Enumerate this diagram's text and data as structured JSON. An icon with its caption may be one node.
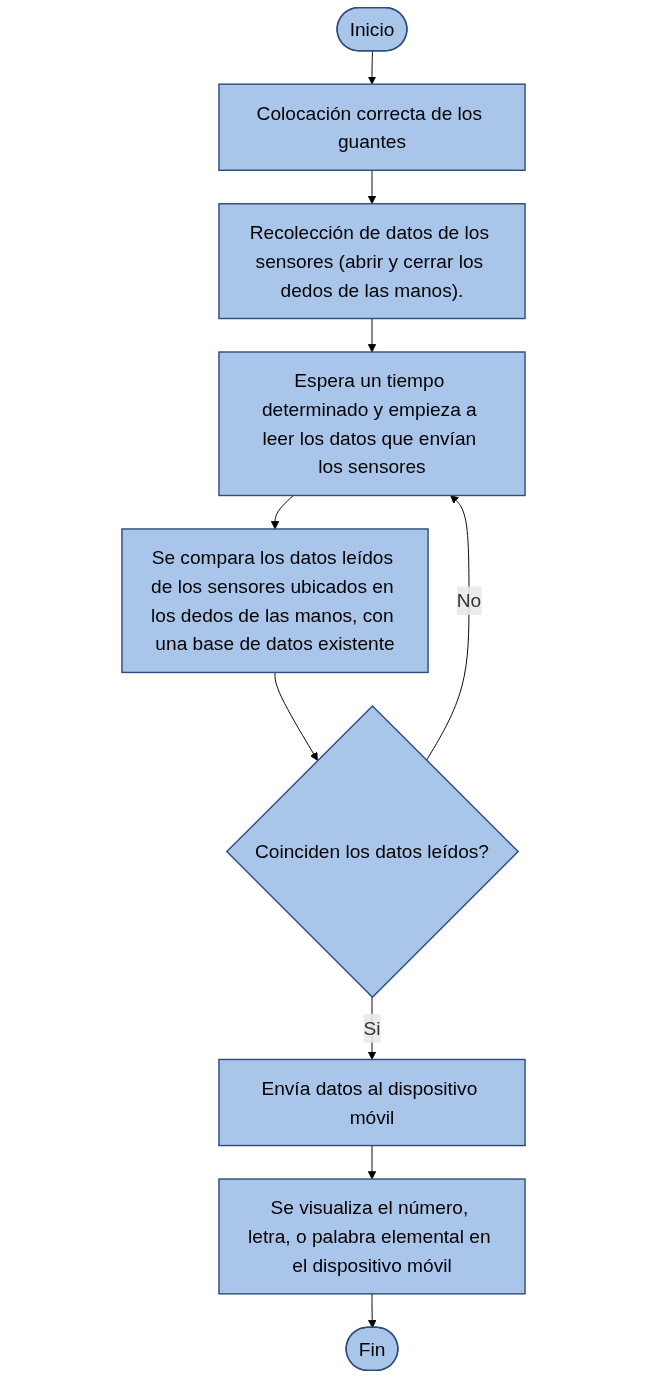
{
  "diagram": {
    "nodes": [
      {
        "text": [
          "Inicio"
        ]
      },
      {
        "text": [
          "Colocación correcta de los guantes"
        ]
      },
      {
        "text": [
          "Recolección de datos de los sensores (abrir y cerrar los dedos de las manos)."
        ]
      },
      {
        "text": [
          "Espera un tiempo determinado y empieza a leer los datos que envían los sensores"
        ]
      },
      {
        "text": [
          "Se compara los datos leídos de los sensores ubicados en los dedos de las manos, con una base de datos existente"
        ]
      },
      {
        "text": [
          "Coinciden los datos leídos?"
        ]
      },
      {
        "text": [
          "Envía datos al dispositivo móvil"
        ]
      },
      {
        "text": [
          "Se visualiza el número, letra, o palabra elemental en el dispositivo móvil"
        ]
      },
      {
        "text": [
          "Fin"
        ]
      }
    ],
    "edges": [
      {
        "from": 0,
        "to": 1,
        "arrow": "to"
      },
      {
        "from": 1,
        "to": 2,
        "arrow": "to"
      },
      {
        "from": 2,
        "to": 3,
        "arrow": "to"
      },
      {
        "from": 3,
        "to": 4,
        "arrow": "to"
      },
      {
        "from": 4,
        "to": 5,
        "arrow": "to"
      },
      {
        "from": 5,
        "to": 6,
        "label": "Si",
        "arrow": "to"
      },
      {
        "from": 5,
        "to": 3,
        "label": "No",
        "arrow": "to"
      },
      {
        "from": 6,
        "to": 7,
        "arrow": "to"
      },
      {
        "from": 7,
        "to": 8,
        "arrow": "to"
      }
    ]
  }
}
